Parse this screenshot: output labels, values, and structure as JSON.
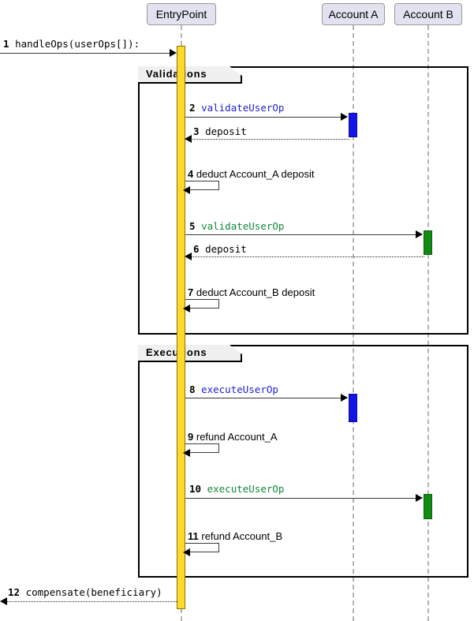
{
  "diagram": {
    "type": "uml-sequence-diagram",
    "title": "",
    "participants": [
      {
        "id": "entrypoint",
        "label": "EntryPoint"
      },
      {
        "id": "account_a",
        "label": "Account A"
      },
      {
        "id": "account_b",
        "label": "Account B"
      }
    ],
    "fragments": [
      {
        "id": "validations",
        "label": "Validations"
      },
      {
        "id": "executions",
        "label": "Executions"
      }
    ],
    "colors": {
      "participant_fill": "#E2E2F0",
      "entrypoint_activation": "#FFD92B",
      "account_a_activation": "#1414E6",
      "account_b_activation": "#108A10",
      "lifeline": "#B4B4B4",
      "fragment_border": "#000000",
      "fragment_label_fill": "#F0F0F0"
    },
    "messages": [
      {
        "seq": "1",
        "text": "handleOps(userOps[]):",
        "from": "actor",
        "to": "entrypoint",
        "style": "solid",
        "direction": "right",
        "color": "black"
      },
      {
        "seq": "2",
        "text": "validateUserOp",
        "from": "entrypoint",
        "to": "account_a",
        "style": "solid",
        "direction": "right",
        "color": "blue"
      },
      {
        "seq": "3",
        "text": "deposit",
        "from": "account_a",
        "to": "entrypoint",
        "style": "dotted",
        "direction": "left",
        "color": "black"
      },
      {
        "seq": "4",
        "text": "deduct Account_A deposit",
        "from": "entrypoint",
        "to": "entrypoint",
        "style": "self",
        "direction": "left",
        "color": "black"
      },
      {
        "seq": "5",
        "text": "validateUserOp",
        "from": "entrypoint",
        "to": "account_b",
        "style": "solid",
        "direction": "right",
        "color": "green"
      },
      {
        "seq": "6",
        "text": "deposit",
        "from": "account_b",
        "to": "entrypoint",
        "style": "dotted",
        "direction": "left",
        "color": "black"
      },
      {
        "seq": "7",
        "text": "deduct Account_B deposit",
        "from": "entrypoint",
        "to": "entrypoint",
        "style": "self",
        "direction": "left",
        "color": "black"
      },
      {
        "seq": "8",
        "text": "executeUserOp",
        "from": "entrypoint",
        "to": "account_a",
        "style": "solid",
        "direction": "right",
        "color": "blue"
      },
      {
        "seq": "9",
        "text": "refund Account_A",
        "from": "entrypoint",
        "to": "entrypoint",
        "style": "self",
        "direction": "left",
        "color": "black"
      },
      {
        "seq": "10",
        "text": "executeUserOp",
        "from": "entrypoint",
        "to": "account_b",
        "style": "solid",
        "direction": "right",
        "color": "green"
      },
      {
        "seq": "11",
        "text": "refund Account_B",
        "from": "entrypoint",
        "to": "entrypoint",
        "style": "self",
        "direction": "left",
        "color": "black"
      },
      {
        "seq": "12",
        "text": "compensate(beneficiary)",
        "from": "entrypoint",
        "to": "actor",
        "style": "dotted",
        "direction": "left",
        "color": "black"
      }
    ]
  }
}
